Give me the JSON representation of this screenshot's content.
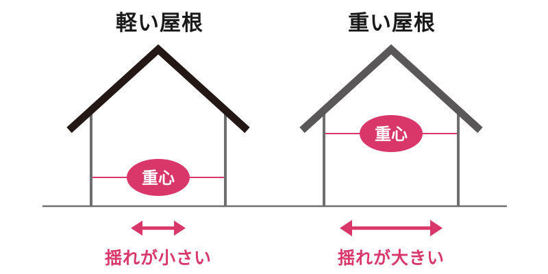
{
  "light_house": {
    "title": "軽い屋根",
    "badge": "重心",
    "caption": "揺れが小さい",
    "roof_color": "#231815"
  },
  "heavy_house": {
    "title": "重い屋根",
    "badge": "重心",
    "caption": "揺れが大きい",
    "roof_color": "#595757"
  },
  "colors": {
    "accent": "#d9366a",
    "wall": "#6e6e6e",
    "ground": "#6e6e6e",
    "title_text": "#1a1a1a"
  }
}
